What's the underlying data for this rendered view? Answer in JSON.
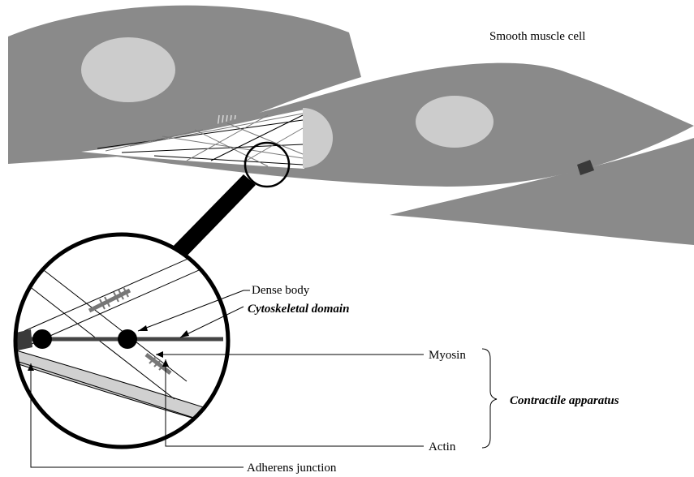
{
  "labels": {
    "title": "Smooth muscle cell",
    "dense_body": "Dense body",
    "cytoskeletal_domain": "Cytoskeletal domain",
    "myosin": "Myosin",
    "actin": "Actin",
    "contractile_apparatus": "Contractile apparatus",
    "adherens_junction": "Adherens junction"
  },
  "colors": {
    "cell": "#8a8a8a",
    "nucleus": "#cccccc",
    "outline": "#000000",
    "band": "#d0d0d0",
    "actin_bar": "#555555"
  }
}
